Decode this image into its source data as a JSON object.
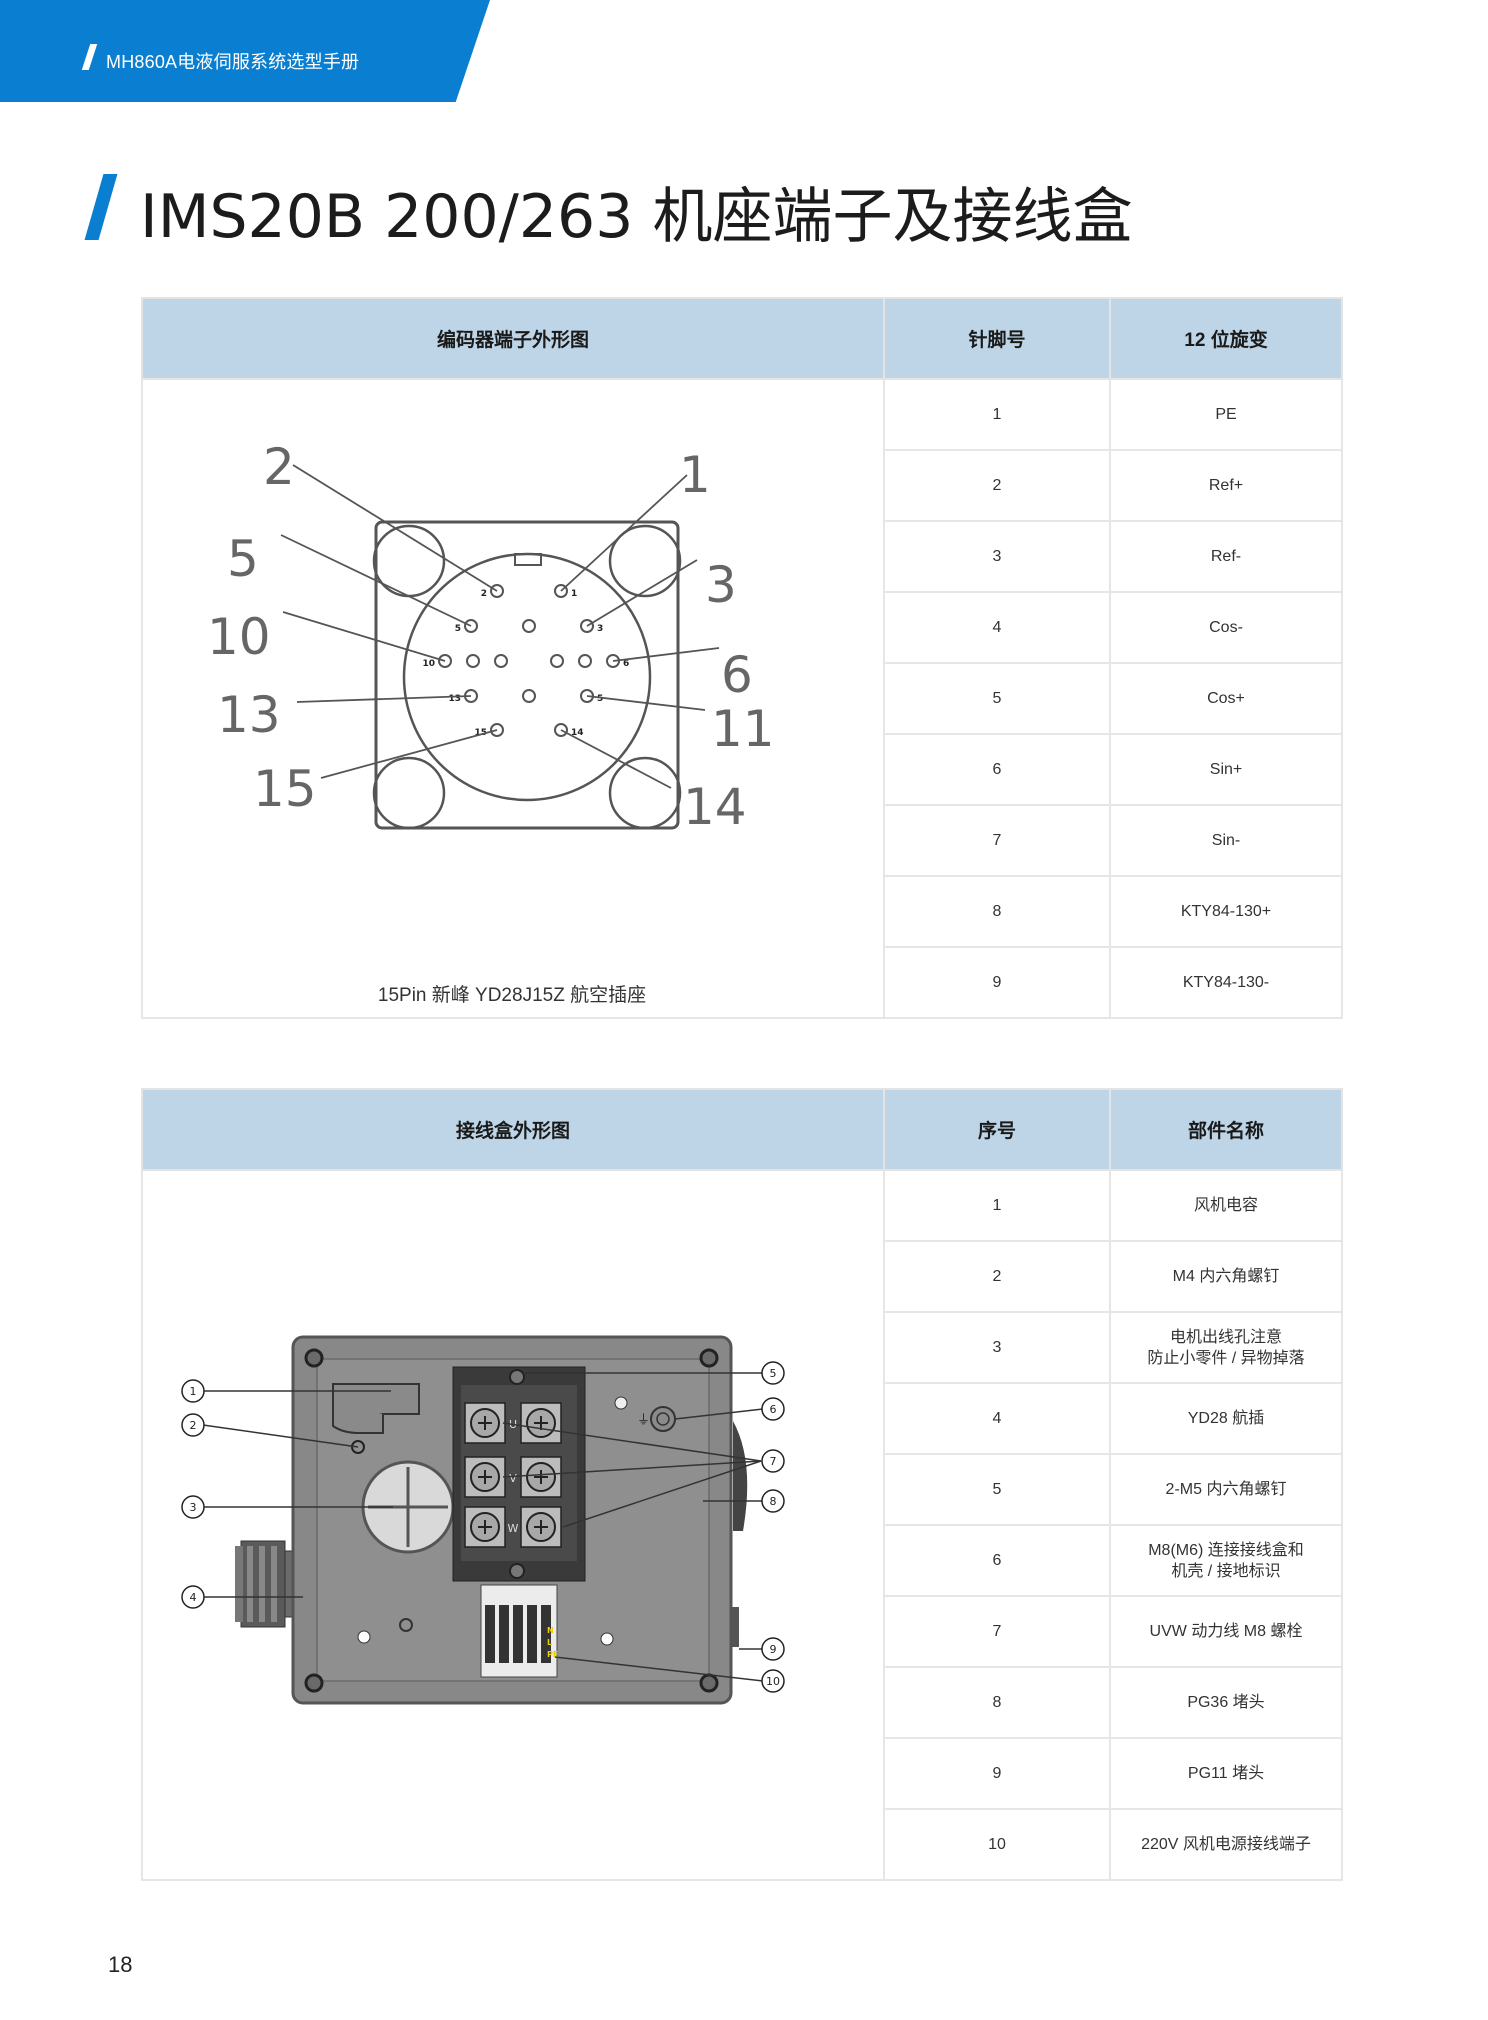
{
  "header": {
    "manual_title": "MH860A电液伺服系统选型手册"
  },
  "page_title": "IMS20B   200/263 机座端子及接线盒",
  "encoder_table": {
    "headers": [
      "编码器端子外形图",
      "针脚号",
      "12 位旋变"
    ],
    "figure_caption": "15Pin 新峰 YD28J15Z 航空插座",
    "pin_callouts": [
      "2",
      "1",
      "5",
      "3",
      "10",
      "6",
      "13",
      "11",
      "15",
      "14"
    ],
    "pin_small_labels": [
      "2",
      "1",
      "5",
      "3",
      "10",
      "6",
      "13",
      "5",
      "15",
      "14"
    ],
    "rows": [
      {
        "pin": "1",
        "signal": "PE"
      },
      {
        "pin": "2",
        "signal": "Ref+"
      },
      {
        "pin": "3",
        "signal": "Ref-"
      },
      {
        "pin": "4",
        "signal": "Cos-"
      },
      {
        "pin": "5",
        "signal": "Cos+"
      },
      {
        "pin": "6",
        "signal": "Sin+"
      },
      {
        "pin": "7",
        "signal": "Sin-"
      },
      {
        "pin": "8",
        "signal": "KTY84-130+"
      },
      {
        "pin": "9",
        "signal": "KTY84-130-"
      }
    ]
  },
  "junction_table": {
    "headers": [
      "接线盒外形图",
      "序号",
      "部件名称"
    ],
    "callouts": [
      "1",
      "2",
      "3",
      "4",
      "5",
      "6",
      "7",
      "8",
      "9",
      "10"
    ],
    "terminal_labels": [
      "U",
      "V",
      "W"
    ],
    "fan_terminal_labels": [
      "N",
      "L",
      "PE"
    ],
    "rows": [
      {
        "no": "1",
        "part": "风机电容"
      },
      {
        "no": "2",
        "part": "M4 内六角螺钉"
      },
      {
        "no": "3",
        "part": "电机出线孔注意\n防止小零件 / 异物掉落"
      },
      {
        "no": "4",
        "part": "YD28 航插"
      },
      {
        "no": "5",
        "part": "2-M5 内六角螺钉"
      },
      {
        "no": "6",
        "part": "M8(M6) 连接接线盒和\n机壳 / 接地标识"
      },
      {
        "no": "7",
        "part": "UVW 动力线 M8 螺栓"
      },
      {
        "no": "8",
        "part": "PG36 堵头"
      },
      {
        "no": "9",
        "part": "PG11 堵头"
      },
      {
        "no": "10",
        "part": "220V 风机电源接线端子"
      }
    ]
  },
  "page_number": "18",
  "colors": {
    "brand_blue": "#0a7fd1",
    "table_header_bg": "#bdd5e6"
  }
}
